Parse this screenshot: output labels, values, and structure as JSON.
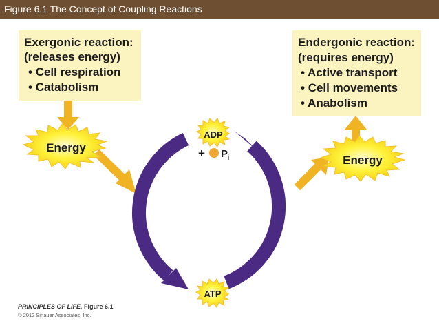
{
  "header": {
    "title": "Figure 6.1  The Concept of Coupling Reactions"
  },
  "exergonic": {
    "heading_line1": "Exergonic reaction:",
    "heading_line2": "(releases energy)",
    "items": [
      "Cell respiration",
      "Catabolism"
    ]
  },
  "endergonic": {
    "heading_line1": "Endergonic reaction:",
    "heading_line2": "(requires energy)",
    "items": [
      "Active transport",
      "Cell movements",
      "Anabolism"
    ]
  },
  "bullet": "•",
  "energy_left": "Energy",
  "energy_right": "Energy",
  "cycle": {
    "adp": "ADP",
    "plus": "+",
    "pi": "P",
    "pi_sub": "i",
    "atp": "ATP"
  },
  "footer": {
    "book": "PRINCIPLES OF LIFE,",
    "figure": "Figure 6.1",
    "copyright": "© 2012 Sinauer Associates, Inc."
  },
  "colors": {
    "title_bar": "#6e4f31",
    "box_fill": "#fbf3c0",
    "arrow_orange": "#f0b323",
    "cycle_purple": "#4b2a84",
    "burst_yellow": "#fff23a"
  }
}
